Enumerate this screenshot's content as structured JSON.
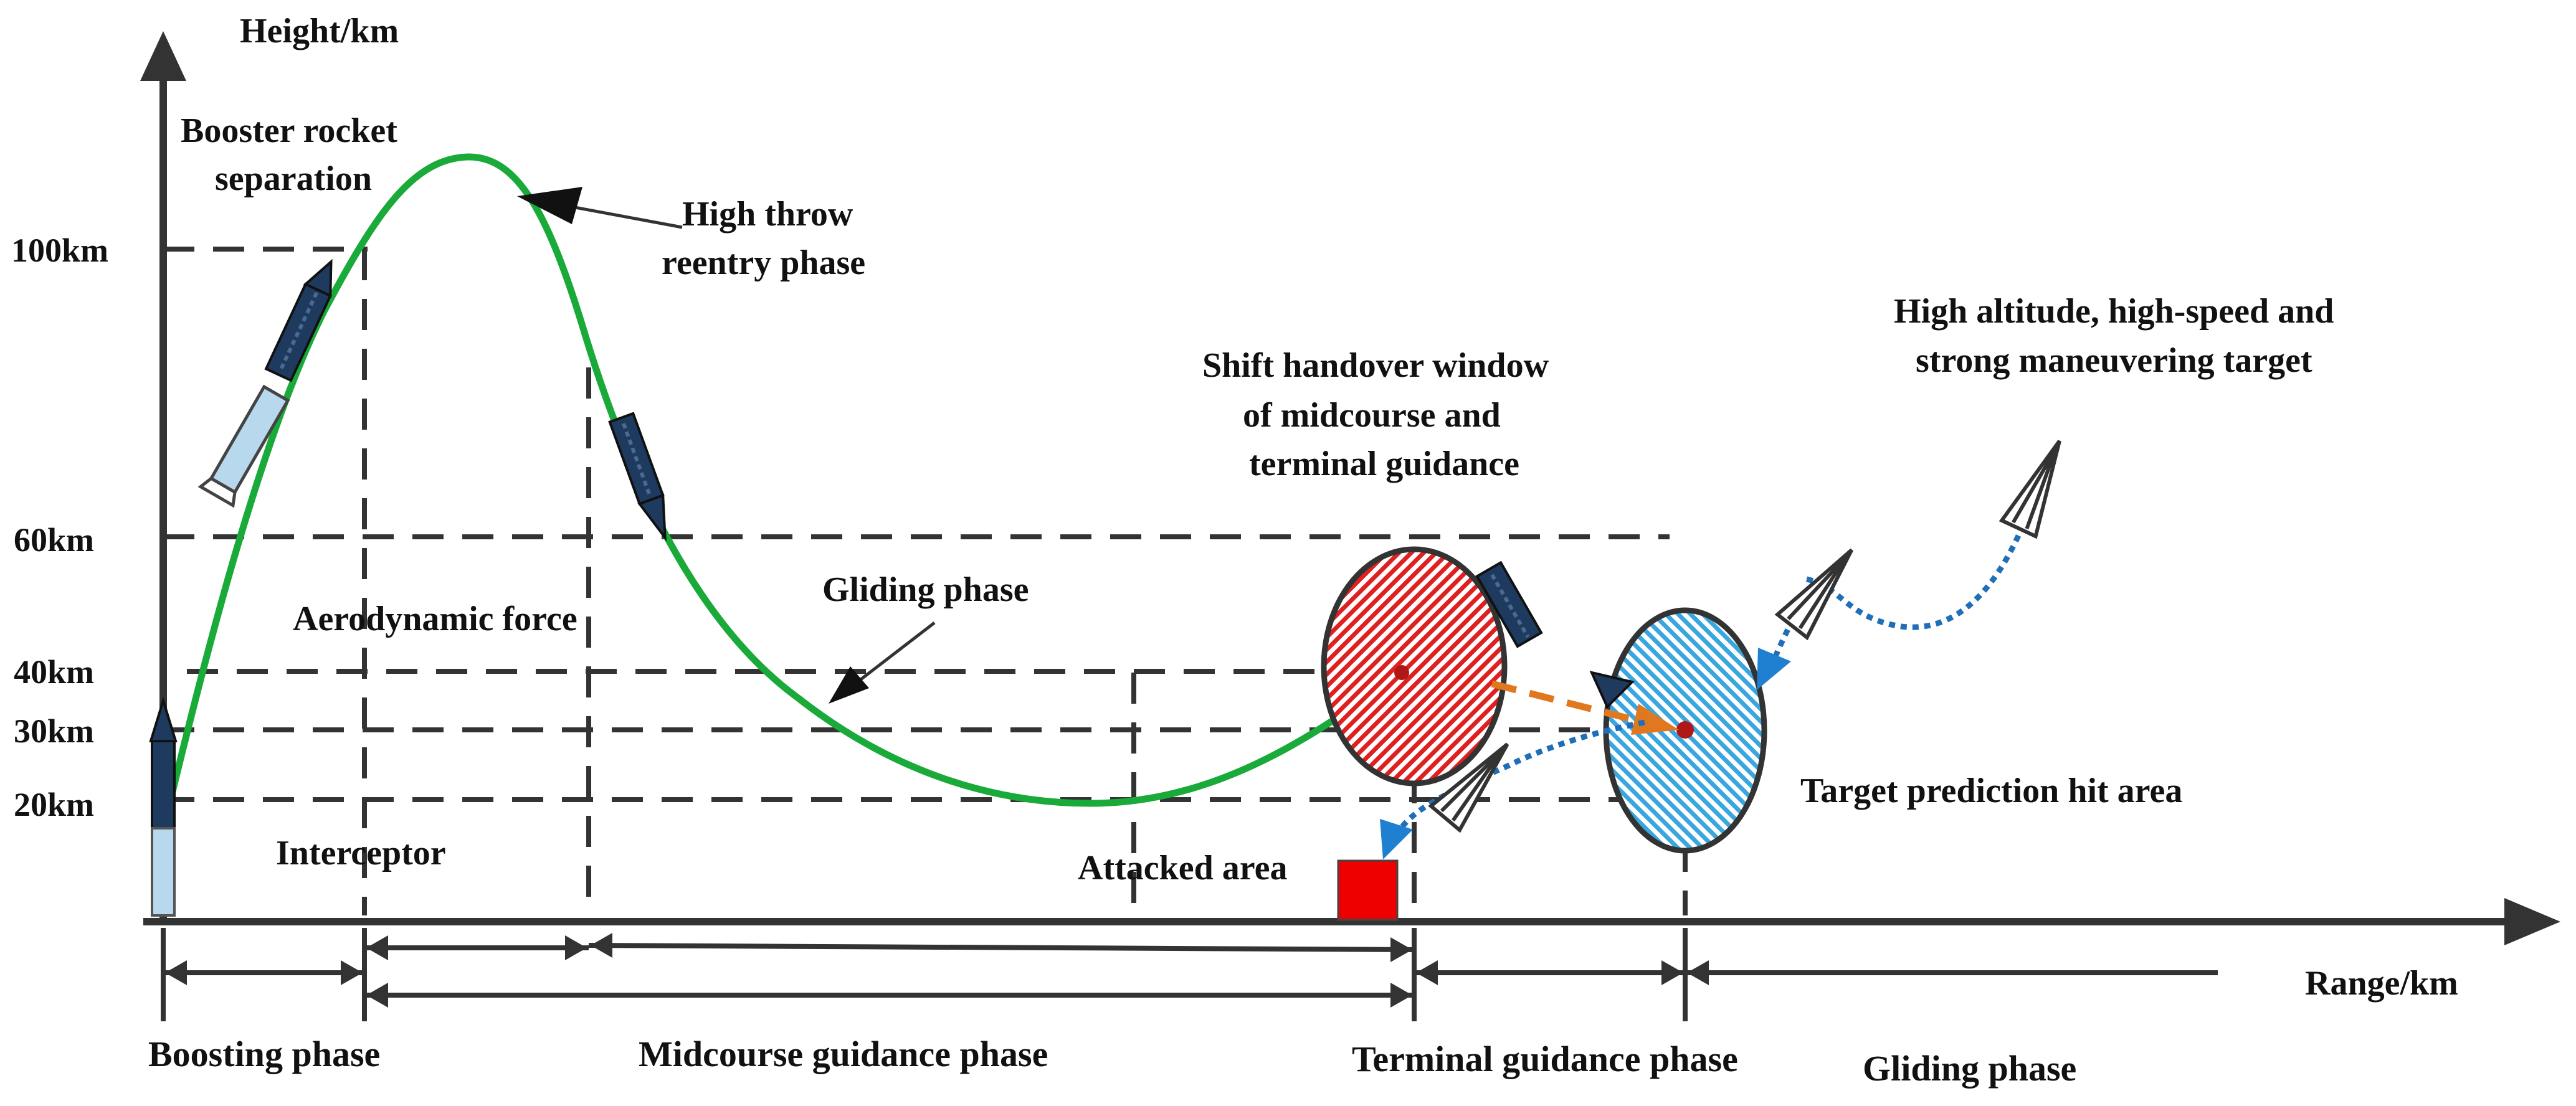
{
  "axes": {
    "y_label": "Height/km",
    "x_label": "Range/km",
    "y_ticks": [
      "100km",
      "60km",
      "40km",
      "30km",
      "20km"
    ]
  },
  "annotations": {
    "booster_separation": [
      "Booster rocket",
      "separation"
    ],
    "high_throw_reentry": [
      "High throw",
      "reentry phase"
    ],
    "aerodynamic_force": "Aerodynamic force",
    "gliding_phase": "Gliding phase",
    "interceptor": "Interceptor",
    "attacked_area": "Attacked area",
    "handover_window": [
      "Shift handover window",
      "of midcourse and",
      "terminal guidance"
    ],
    "target_desc": [
      "High altitude, high-speed and",
      "strong maneuvering target"
    ],
    "hit_area": "Target prediction hit area"
  },
  "phases": {
    "boosting": "Boosting phase",
    "midcourse": "Midcourse guidance phase",
    "terminal": "Terminal guidance phase",
    "gliding": "Gliding phase"
  },
  "colors": {
    "trajectory": "#1aaa3a",
    "handover_ellipse": "#e02020",
    "hit_ellipse": "#3aa6e0",
    "target_path": "#1f6fb8",
    "handover_arrow": "#e07820",
    "attacked_area": "#ee0000",
    "rocket_body": "#1f3a5f",
    "rocket_light": "#b8d8ee",
    "line": "#333333"
  },
  "icons": [
    "interceptor-rocket-icon",
    "booster-stage-icon",
    "missile-icon",
    "glide-vehicle-icon",
    "target-vehicle-icon"
  ]
}
